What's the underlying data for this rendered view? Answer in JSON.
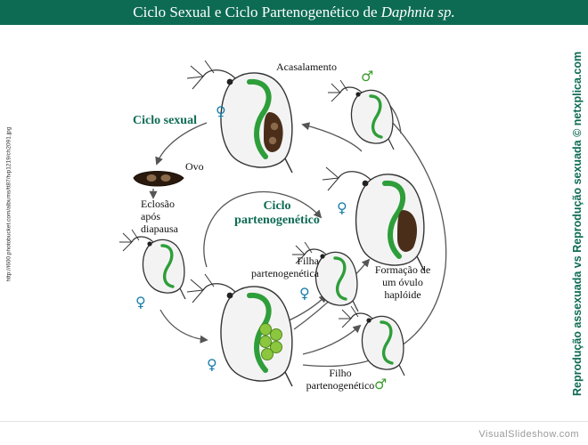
{
  "header": {
    "title_text": "Ciclo Sexual e Ciclo Partenogenético de",
    "title_species": "Daphnia sp."
  },
  "side": {
    "url": "http://i600.photobucket.com/albums/tt87/tvp1219/ch2091.jpg",
    "credit": "Reprodução assexuada vs Reprodução sexuada © netxplica.com"
  },
  "diagram": {
    "sexual_cycle": "Ciclo sexual",
    "partheno_cycle_line1": "Ciclo",
    "partheno_cycle_line2": "partenogenético",
    "labels": {
      "mating": "Acasalamento",
      "egg": "Ovo",
      "hatch_line1": "Eclosão",
      "hatch_line2": "após",
      "hatch_line3": "diapausa",
      "daughter_line1": "Filha",
      "daughter_line2": "partenogenética",
      "ovule_line1": "Formação de",
      "ovule_line2": "um óvulo",
      "ovule_line3": "haplóide",
      "son_line1": "Filho",
      "son_line2": "partenogenético"
    },
    "symbols": {
      "female": "♀",
      "male": "♂"
    },
    "colors": {
      "accent": "#0d6b54",
      "gut": "#2e9e3a",
      "female_symbol": "#1a7fa8",
      "male_symbol": "#3b9e2c",
      "egg_dark": "#5a3a20"
    }
  },
  "footer": {
    "watermark": "VisualSlideshow.com"
  }
}
